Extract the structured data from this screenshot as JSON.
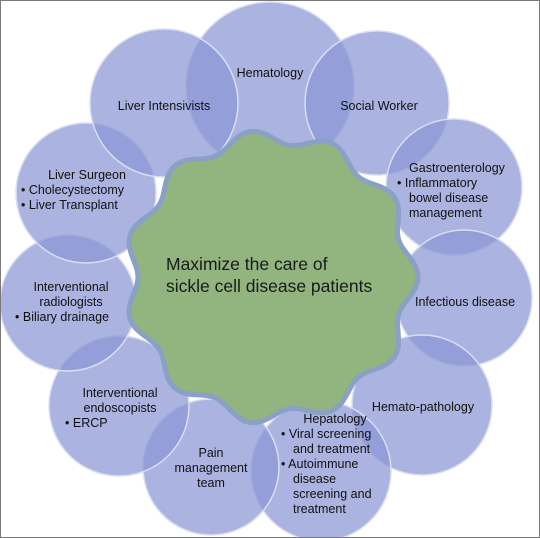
{
  "colors": {
    "satellite_fill": "#8b96d4",
    "satellite_stroke": "#d9def2",
    "center_fill": "#92b47f",
    "center_stroke": "#8aa0c4",
    "text": "#111111"
  },
  "center": {
    "lines": [
      "Maximize the care of",
      "sickle cell disease patients"
    ]
  },
  "nodes": [
    {
      "title": [
        "Hematology"
      ],
      "bullets": []
    },
    {
      "title": [
        "Social Worker"
      ],
      "bullets": []
    },
    {
      "title": [
        "Gastroenterology"
      ],
      "bullets": [
        [
          "Inflammatory",
          "bowel disease",
          "management"
        ]
      ]
    },
    {
      "title": [
        "Infectious disease"
      ],
      "bullets": []
    },
    {
      "title": [
        "Hemato-pathology"
      ],
      "bullets": []
    },
    {
      "title": [
        "Hepatology"
      ],
      "bullets": [
        [
          "Viral screening",
          "and treatment"
        ],
        [
          "Autoimmune",
          "disease",
          "screening and",
          "treatment"
        ]
      ]
    },
    {
      "title": [
        "Pain",
        "management",
        "team"
      ],
      "bullets": []
    },
    {
      "title": [
        "Interventional",
        "endoscopists"
      ],
      "bullets": [
        [
          "ERCP"
        ]
      ]
    },
    {
      "title": [
        "Interventional",
        "radiologists"
      ],
      "bullets": [
        [
          "Biliary drainage"
        ]
      ]
    },
    {
      "title": [
        "Liver Surgeon"
      ],
      "bullets": [
        [
          "Cholecystectomy"
        ],
        [
          "Liver Transplant"
        ]
      ]
    },
    {
      "title": [
        "Liver Intensivists"
      ],
      "bullets": []
    }
  ]
}
